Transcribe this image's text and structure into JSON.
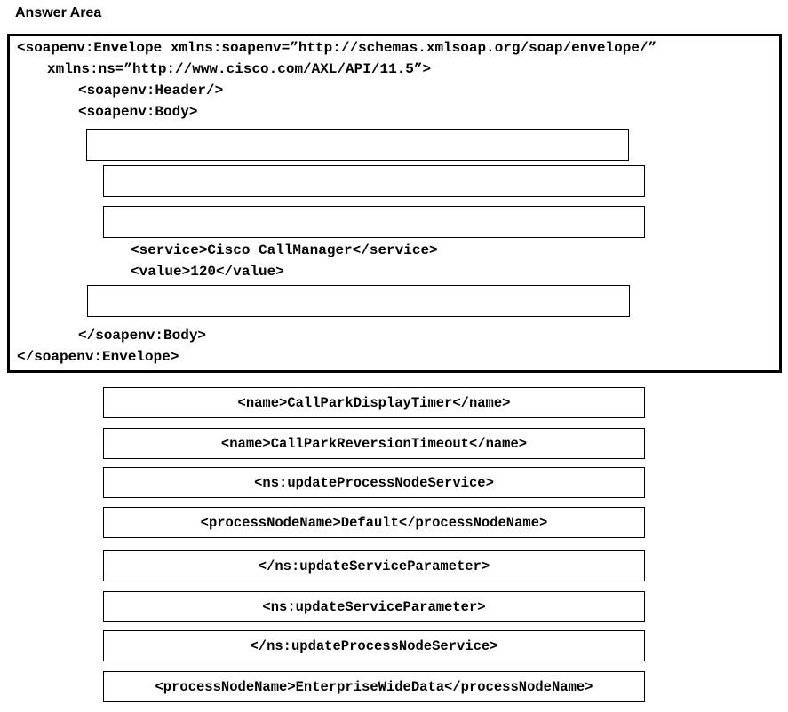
{
  "title": "Answer Area",
  "code_lines": [
    "<soapenv:Envelope xmlns:soapenv=”http://schemas.xmlsoap.org/soap/envelope/”",
    "xmlns:ns=”http://www.cisco.com/AXL/API/11.5”>",
    "<soapenv:Header/>",
    "<soapenv:Body>",
    "<service>Cisco CallManager</service>",
    "<value>120</value>",
    "</soapenv:Body>",
    "</soapenv:Envelope>"
  ],
  "options": [
    "<name>CallParkDisplayTimer</name>",
    "<name>CallParkReversionTimeout</name>",
    "<ns:updateProcessNodeService>",
    "<processNodeName>Default</processNodeName>",
    "</ns:updateServiceParameter>",
    "<ns:updateServiceParameter>",
    "</ns:updateProcessNodeService>",
    "<processNodeName>EnterpriseWideData</processNodeName>"
  ]
}
